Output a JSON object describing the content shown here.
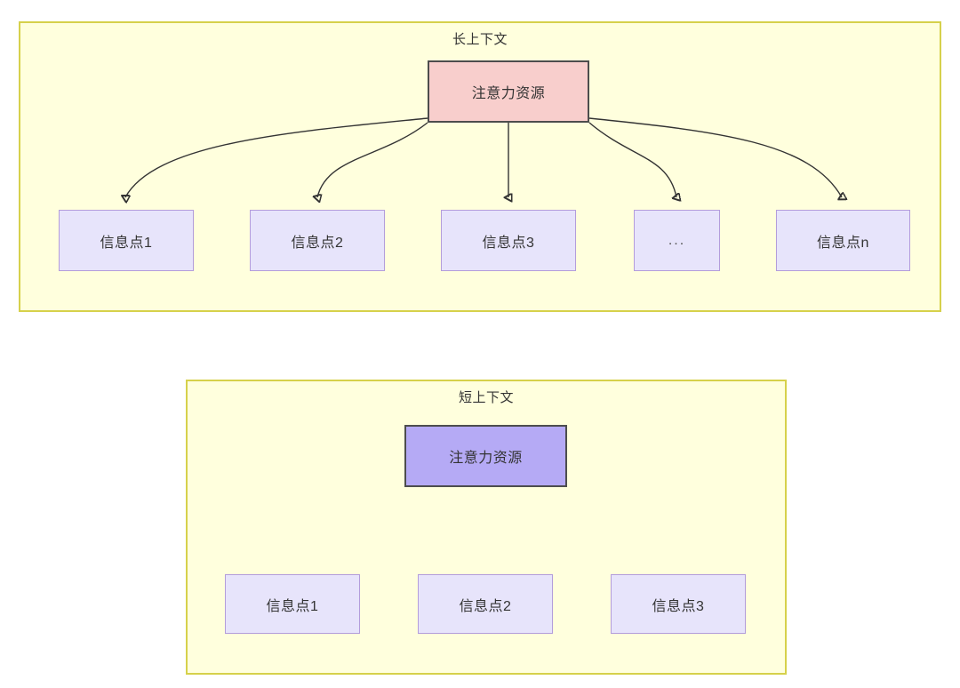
{
  "diagram": {
    "title_long": "长上下文",
    "title_short": "短上下文",
    "colors": {
      "panel_bg": "#ffffdd",
      "panel_border": "#d6d14b",
      "attention_long_bg": "#f8cecc",
      "attention_short_bg": "#b5aaf5",
      "node_border_dark": "#4d4d4d",
      "info_bg": "#e7e4fb",
      "info_border": "#b39ddb",
      "edge_stroke": "#333333",
      "text": "#333333"
    }
  },
  "long_context": {
    "title": "长上下文",
    "attention_node": {
      "label": "注意力资源"
    },
    "info_nodes": [
      {
        "label": "信息点1"
      },
      {
        "label": "信息点2"
      },
      {
        "label": "信息点3"
      },
      {
        "label": "..."
      },
      {
        "label": "信息点n"
      }
    ]
  },
  "short_context": {
    "title": "短上下文",
    "attention_node": {
      "label": "注意力资源"
    },
    "info_nodes": [
      {
        "label": "信息点1"
      },
      {
        "label": "信息点2"
      },
      {
        "label": "信息点3"
      }
    ]
  }
}
